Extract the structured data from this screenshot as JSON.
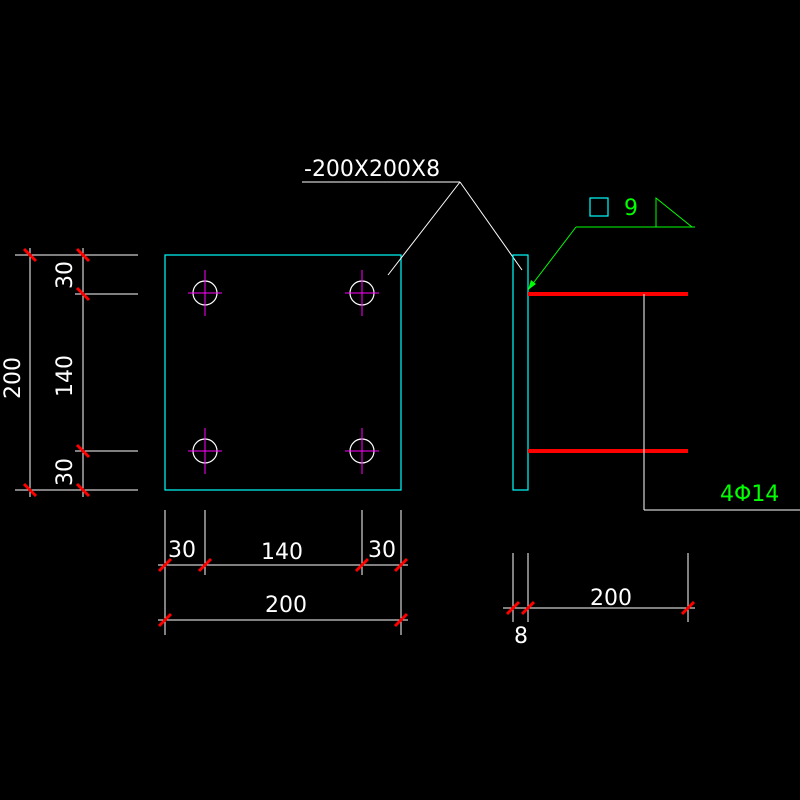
{
  "plate_label": "-200X200X8",
  "weld": {
    "symbol": "9"
  },
  "rebar_label": "4Φ14",
  "left_dims": {
    "total": "200",
    "top": "30",
    "mid": "140",
    "bottom": "30"
  },
  "bottom_dims": {
    "left": "30",
    "mid": "140",
    "right": "30",
    "total": "200"
  },
  "side_dims": {
    "thickness": "8",
    "length": "200"
  },
  "colors": {
    "background": "#000000",
    "plate": "#00ffff",
    "bolt_hole": "#ff00ff",
    "rebar": "#ff0000",
    "weld_note": "#00ff00",
    "dimension": "#ffffff",
    "tick": "#ff0000"
  }
}
